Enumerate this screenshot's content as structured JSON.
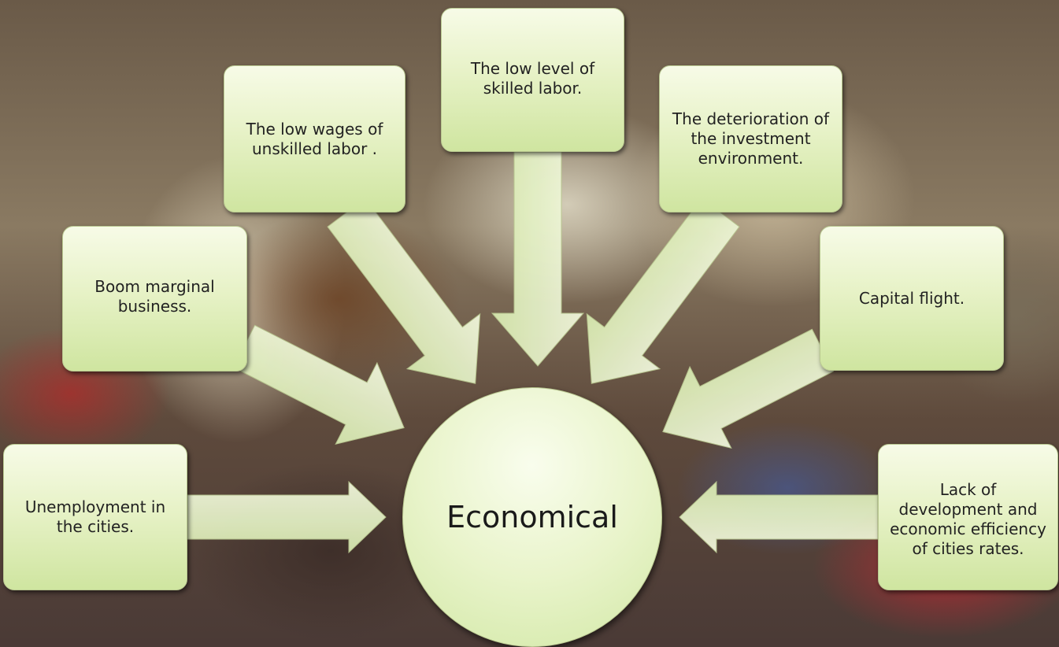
{
  "center": {
    "label": "Economical"
  },
  "causes": {
    "low_wages": "The low wages of unskilled labor .",
    "low_skill": "The low level of skilled labor.",
    "investment": "The deterioration of the investment environment.",
    "marginal_business": "Boom marginal business.",
    "capital_flight": "Capital flight.",
    "unemployment": "Unemployment in the cities.",
    "development": "Lack of development and economic efficiency of cities rates."
  },
  "colors": {
    "box_fill": "#e7f2c7",
    "arrow_fill": "#e6f3c6",
    "arrow_stroke": "#b9c890"
  }
}
